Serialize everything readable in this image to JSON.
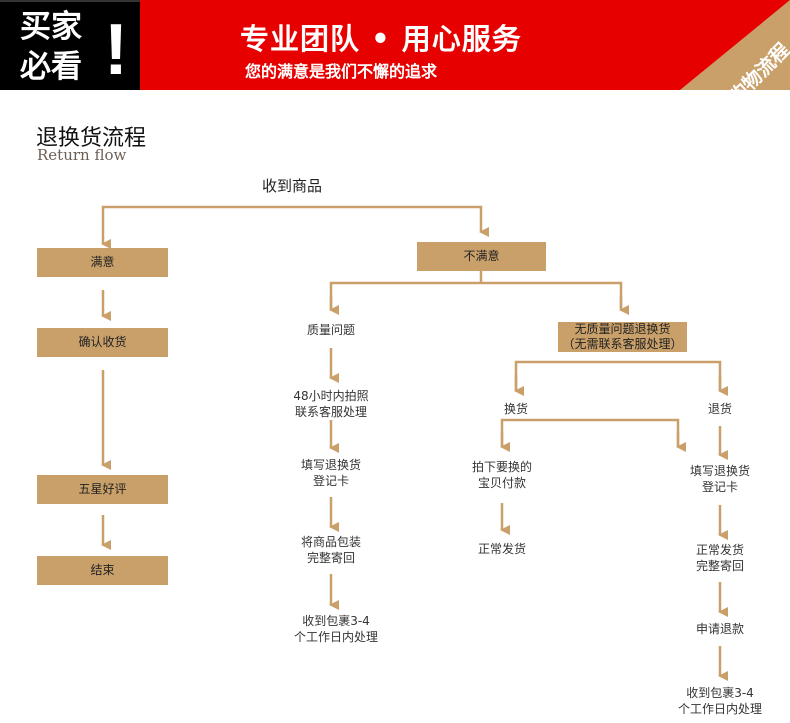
{
  "banner": {
    "badge_line1": "买家",
    "badge_line2": "必看",
    "badge_mark": "!",
    "slogan": "专业团队 • 用心服务",
    "subtitle": "您的满意是我们不懈的追求",
    "corner": "购物流程"
  },
  "heading": {
    "title": "退换货流程",
    "subtitle": "Return flow"
  },
  "colors": {
    "accent": "#c9a06a",
    "banner_red": "#e60000"
  },
  "flow": {
    "start": "收到商品",
    "satisfied": {
      "label": "满意",
      "steps": [
        "确认收货",
        "五星好评",
        "结束"
      ]
    },
    "unsatisfied": {
      "label": "不满意",
      "quality": {
        "label": "质量问题",
        "steps": [
          [
            "48小时内拍照",
            "联系客服处理"
          ],
          [
            "填写退换货",
            "登记卡"
          ],
          [
            "将商品包装",
            "完整寄回"
          ],
          [
            "收到包裹3-4",
            "个工作日内处理"
          ]
        ]
      },
      "no_quality": {
        "label": [
          "无质量问题退换货",
          "（无需联系客服处理）"
        ],
        "exchange": {
          "label": "换货",
          "steps": [
            [
              "拍下要换的",
              "宝贝付款"
            ],
            [
              "正常发货"
            ]
          ]
        },
        "return": {
          "label": "退货",
          "steps": [
            [
              "填写退换货",
              "登记卡"
            ],
            [
              "正常发货",
              "完整寄回"
            ],
            [
              "申请退款"
            ],
            [
              "收到包裹3-4",
              "个工作日内处理"
            ]
          ]
        }
      }
    }
  }
}
